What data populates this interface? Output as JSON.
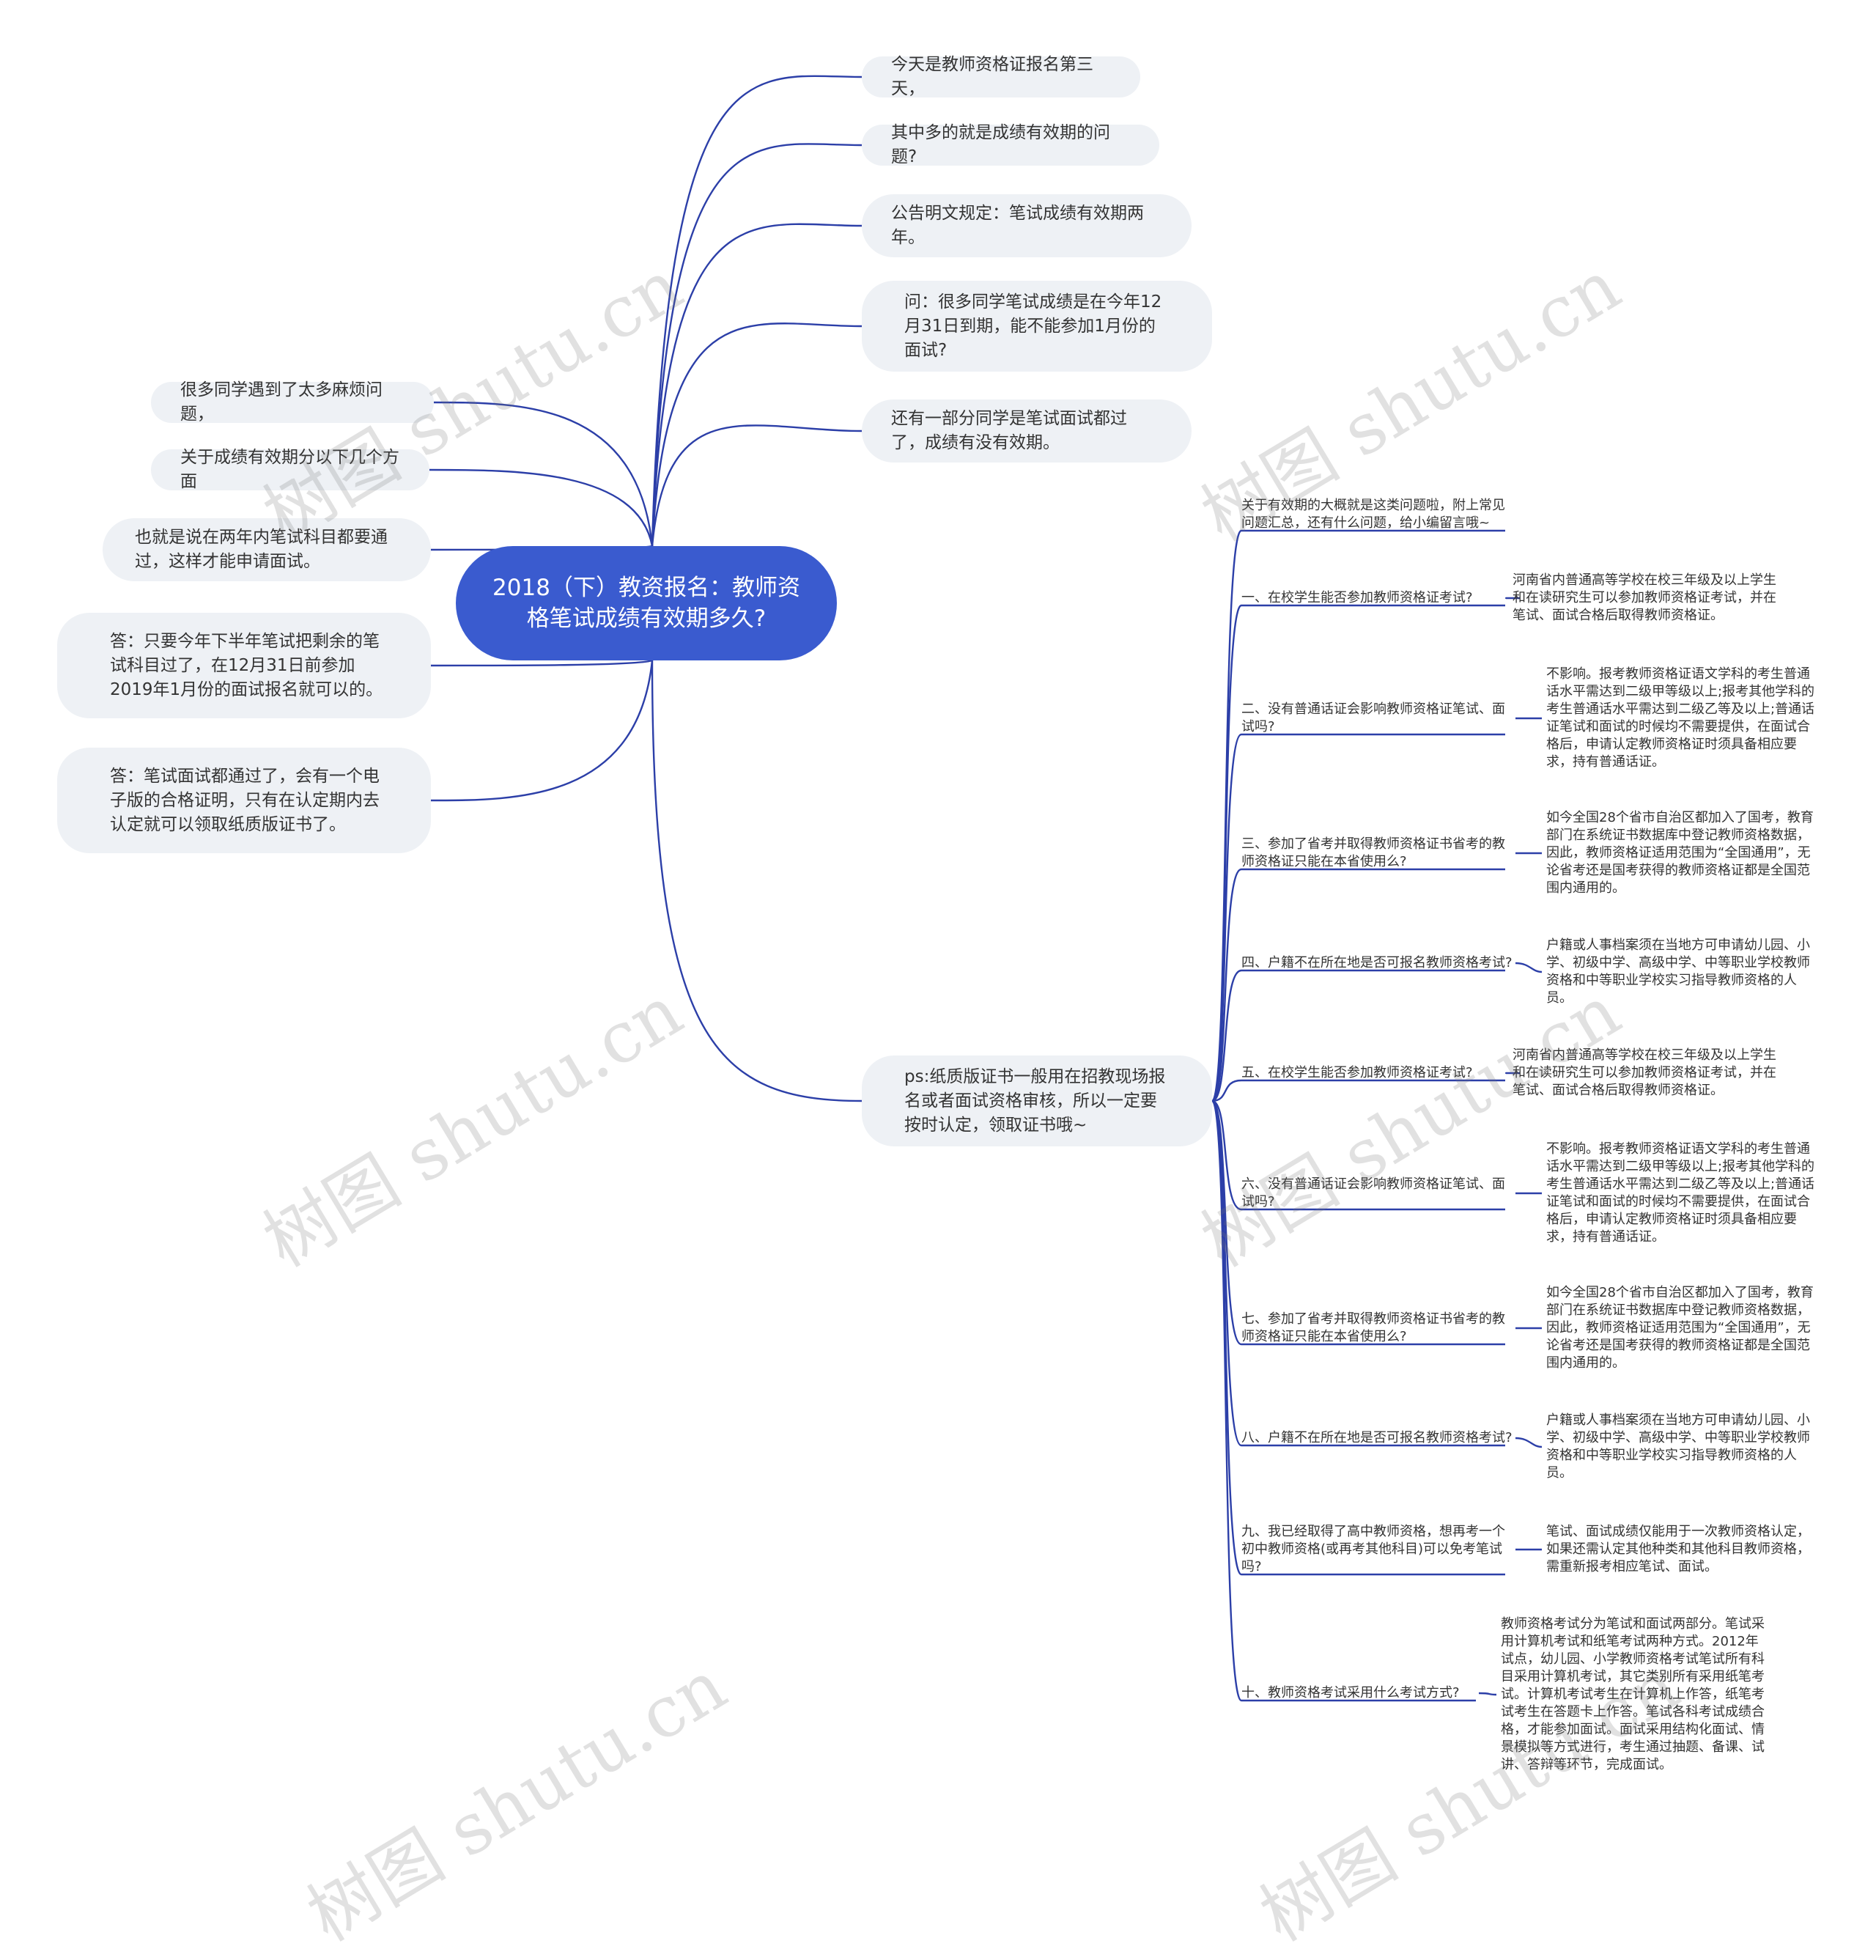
{
  "root": {
    "text": "2018（下）教资报名：教师资格笔试成绩有效期多久?"
  },
  "right_top": [
    "今天是教师资格证报名第三天，",
    "其中多的就是成绩有效期的问题?",
    "公告明文规定：笔试成绩有效期两年。",
    "问：很多同学笔试成绩是在今年12月31日到期，能不能参加1月份的面试?",
    "还有一部分同学是笔试面试都过了，成绩有没有效期。"
  ],
  "left": [
    "很多同学遇到了太多麻烦问题，",
    "关于成绩有效期分以下几个方面",
    "也就是说在两年内笔试科目都要通过，这样才能申请面试。",
    "答：只要今年下半年笔试把剩余的笔试科目过了，在12月31日前参加2019年1月份的面试报名就可以的。",
    "答：笔试面试都通过了，会有一个电子版的合格证明，只有在认定期内去认定就可以领取纸质版证书了。"
  ],
  "ps_node": "ps:纸质版证书一般用在招教现场报名或者面试资格审核，所以一定要按时认定，领取证书哦~",
  "intro": "关于有效期的大概就是这类问题啦，附上常见问题汇总，还有什么问题，给小编留言哦~",
  "faq": [
    {
      "q": "一、在校学生能否参加教师资格证考试?",
      "a": "河南省内普通高等学校在校三年级及以上学生和在读研究生可以参加教师资格证考试，并在笔试、面试合格后取得教师资格证。"
    },
    {
      "q": "二、没有普通话证会影响教师资格证笔试、面试吗?",
      "a": "不影响。报考教师资格证语文学科的考生普通话水平需达到二级甲等级以上;报考其他学科的考生普通话水平需达到二级乙等及以上;普通话证笔试和面试的时候均不需要提供，在面试合格后，申请认定教师资格证时须具备相应要求，持有普通话证。"
    },
    {
      "q": "三、参加了省考并取得教师资格证书省考的教师资格证只能在本省使用么?",
      "a": "如今全国28个省市自治区都加入了国考，教育部门在系统证书数据库中登记教师资格数据，因此，教师资格证适用范围为“全国通用”，无论省考还是国考获得的教师资格证都是全国范围内通用的。"
    },
    {
      "q": "四、户籍不在所在地是否可报名教师资格考试?",
      "a": "户籍或人事档案须在当地方可申请幼儿园、小学、初级中学、高级中学、中等职业学校教师资格和中等职业学校实习指导教师资格的人员。"
    },
    {
      "q": "五、在校学生能否参加教师资格证考试?",
      "a": "河南省内普通高等学校在校三年级及以上学生和在读研究生可以参加教师资格证考试，并在笔试、面试合格后取得教师资格证。"
    },
    {
      "q": "六、没有普通话证会影响教师资格证笔试、面试吗?",
      "a": "不影响。报考教师资格证语文学科的考生普通话水平需达到二级甲等级以上;报考其他学科的考生普通话水平需达到二级乙等及以上;普通话证笔试和面试的时候均不需要提供，在面试合格后，申请认定教师资格证时须具备相应要求，持有普通话证。"
    },
    {
      "q": "七、参加了省考并取得教师资格证书省考的教师资格证只能在本省使用么?",
      "a": "如今全国28个省市自治区都加入了国考，教育部门在系统证书数据库中登记教师资格数据，因此，教师资格证适用范围为“全国通用”，无论省考还是国考获得的教师资格证都是全国范围内通用的。"
    },
    {
      "q": "八、户籍不在所在地是否可报名教师资格考试?",
      "a": "户籍或人事档案须在当地方可申请幼儿园、小学、初级中学、高级中学、中等职业学校教师资格和中等职业学校实习指导教师资格的人员。"
    },
    {
      "q": "九、我已经取得了高中教师资格，想再考一个初中教师资格(或再考其他科目)可以免考笔试吗?",
      "a": "笔试、面试成绩仅能用于一次教师资格认定，如果还需认定其他种类和其他科目教师资格，需重新报考相应笔试、面试。"
    },
    {
      "q": "十、教师资格考试采用什么考试方式?",
      "a": "教师资格考试分为笔试和面试两部分。笔试采用计算机考试和纸笔考试两种方式。2012年试点，幼儿园、小学教师资格考试笔试所有科目采用计算机考试，其它类别所有采用纸笔考试。计算机考试考生在计算机上作答，纸笔考试考生在答题卡上作答。笔试各科考试成绩合格，才能参加面试。面试采用结构化面试、情景模拟等方式进行，考生通过抽题、备课、试讲、答辩等环节，完成面试。"
    }
  ],
  "watermark": "树图 shutu.cn",
  "colors": {
    "line": "#2c3fa8",
    "root_fill": "#3a5bcf",
    "node_fill": "#eef1f5",
    "text": "#333333"
  }
}
